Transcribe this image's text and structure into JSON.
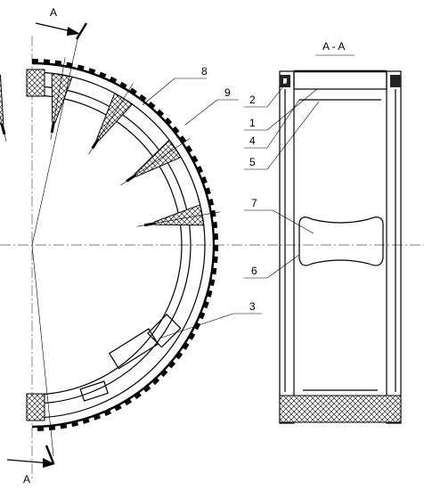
{
  "section_marks": {
    "top": "A",
    "bottom": "A",
    "section_title": "A - A"
  },
  "callouts": [
    {
      "id": "8",
      "text": "8"
    },
    {
      "id": "9",
      "text": "9"
    },
    {
      "id": "2",
      "text": "2"
    },
    {
      "id": "1",
      "text": "1"
    },
    {
      "id": "4",
      "text": "4"
    },
    {
      "id": "5",
      "text": "5"
    },
    {
      "id": "7",
      "text": "7"
    },
    {
      "id": "6",
      "text": "6"
    },
    {
      "id": "3",
      "text": "3"
    }
  ]
}
